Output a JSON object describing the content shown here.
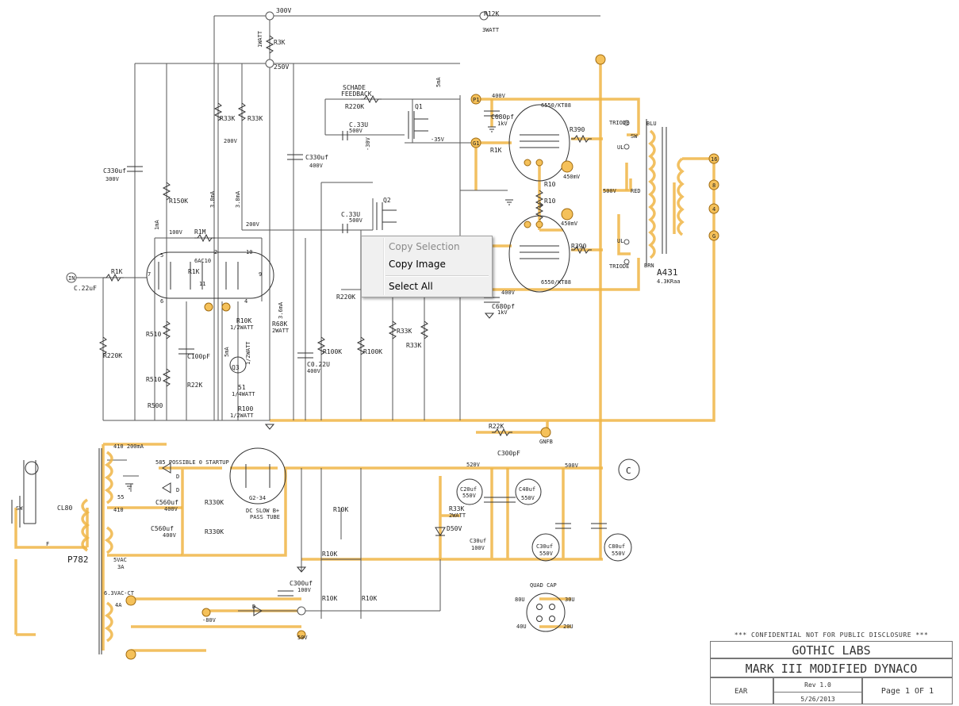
{
  "schematic": {
    "labels": {
      "v300": "300V",
      "r12k": "R12K",
      "w3": "3WATT",
      "w1": "1WATT",
      "r3k": "R3K",
      "v250": "250V",
      "schade": "SCHADE",
      "feedback": "FEEDBACK",
      "r220k_fb": "R220K",
      "q1": "Q1",
      "ma5": "5mA",
      "c33u_top": "C.33U",
      "v500_a": "500V",
      "vneg30": "-30V",
      "vneg35": "-35V",
      "r33k_a": "R33K",
      "r33k_b": "R33K",
      "v200_a": "200V",
      "c330_mid": "C330uf",
      "v400_a": "400V",
      "c330_left": "C330uf",
      "v300_b": "300V",
      "r150k": "R150K",
      "ma3_8": "3.8mA",
      "ma3_8b": "3.8mA",
      "v200_b": "200V",
      "c33u_mid": "C.33U",
      "v500_b": "500V",
      "q2": "Q2",
      "ma1": "1mA",
      "v100": "100V",
      "r1m": "R1M",
      "tube_6ac10": "6AC10",
      "r1k_in": "R1K",
      "r1k_mid": "R1K",
      "pin5": "5",
      "pin2": "2",
      "pin10": "10",
      "pin7": "7",
      "pin11": "11",
      "pin9": "9",
      "pin6": "6",
      "pin4": "4",
      "in": "IN",
      "c22uf": "C.22uF",
      "r510a": "R510",
      "c100pf": "C100pF",
      "r510b": "R510",
      "r22k": "R22K",
      "r500": "R500",
      "r10k_2w": "R10K",
      "half_w": "1/2WATT",
      "r68k": "R68K",
      "w2": "2WATT",
      "ma3_6": "3.6mA",
      "ma5b": "5mA",
      "one_half_w": "1/2WATT",
      "q3": "Q3",
      "r51": "51",
      "quarter_w": "1/4WATT",
      "r100": "R100",
      "half_w2": "1/2WATT",
      "r220k_left": "R220K",
      "r100k_a": "R100K",
      "c022u": "C0.22U",
      "v400_b": "400V",
      "r220k_mid": "R220K",
      "r100k_b": "R100K",
      "r33k_c": "R33K",
      "r33k_d": "R33K",
      "p1": "P1",
      "v400_c": "400V",
      "c680_top": "C680pf",
      "kv1": "1kV",
      "g1": "G1",
      "r1k_g": "R1K",
      "kt88_top": "6550/KT88",
      "r390_top": "R390",
      "triode_top": "TRIODE",
      "ul_top": "UL",
      "sw": "SW",
      "blu": "BLU",
      "ma450_a": "450mV",
      "r10_a": "R10",
      "r10_b": "R10",
      "v500_c": "500V",
      "red": "RED",
      "ma450_b": "450mV",
      "kt88_bot": "6550/KT88",
      "r390_bot": "R390",
      "ul_bot": "UL",
      "triode_bot": "TRIODE",
      "brn": "BRN",
      "v400_d": "400V",
      "c680_bot": "C680pf",
      "kv1b": "1kV",
      "a431": "A431",
      "raa": "4.3KRaa",
      "t16": "16",
      "t8": "8",
      "t4": "4",
      "tg": "G",
      "r22k_fb": "R22K",
      "c300pf": "C300pF",
      "gnfb": "GNFB",
      "v410": "410 200mA",
      "s85": "585 POSSIBLE 0 STARTUP",
      "d1": "D",
      "d2": "D",
      "c560a": "C560uf",
      "v400e": "400V",
      "r330a": "R330K",
      "c560b": "C560uf",
      "v400f": "400V",
      "r330b": "R330K",
      "g234": "G2-34",
      "pass1": "DC SLOW B+",
      "pass2": "PASS TUBE",
      "s55": "55",
      "s410": "410",
      "vac5": "5VAC",
      "a3": "3A",
      "vac63": "6.3VAC-CT",
      "a4": "4A",
      "sw_pwr": "SW",
      "cl80": "CL80",
      "fuse": "F",
      "p782": "P782",
      "v520": "520V",
      "v500d": "500V",
      "c20": "C20uf",
      "v550a": "550V",
      "c40": "C40uf",
      "v550b": "550V",
      "r33k_2w": "R33K",
      "w2b": "2WATT",
      "d50v": "D50V",
      "c30": "C30uf",
      "v100b": "100V",
      "c30b": "C30uf",
      "v550c": "550V",
      "c80": "C80uf",
      "v550d": "550V",
      "chassis": "C",
      "r10k_a": "R10K",
      "r10k_b": "R10K",
      "r10k_c": "R10K",
      "r10k_d": "R10K",
      "c300_b": "C300uf",
      "v100c": "100V",
      "d3": "D",
      "vneg80": "-80V",
      "v50": "50V",
      "quadcap": "QUAD CAP",
      "q80u": "80U",
      "q30u": "30U",
      "q40u": "40U",
      "q20u": "20U"
    }
  },
  "title_block": {
    "confidential": "*** CONFIDENTIAL NOT FOR PUBLIC DISCLOSURE ***",
    "company": "GOTHIC LABS",
    "project": "MARK III MODIFIED DYNACO",
    "author": "EAR",
    "revision": "Rev 1.0",
    "date": "5/26/2013",
    "page": "Page 1 OF 1"
  },
  "context_menu": {
    "items": [
      {
        "label": "Copy Selection",
        "enabled": false
      },
      {
        "label": "Copy Image",
        "enabled": true
      },
      {
        "label": "Select All",
        "enabled": true
      }
    ]
  },
  "colors": {
    "highlight": "#f0b545",
    "menu_bg": "#f0f0f0",
    "wire": "#555555"
  }
}
